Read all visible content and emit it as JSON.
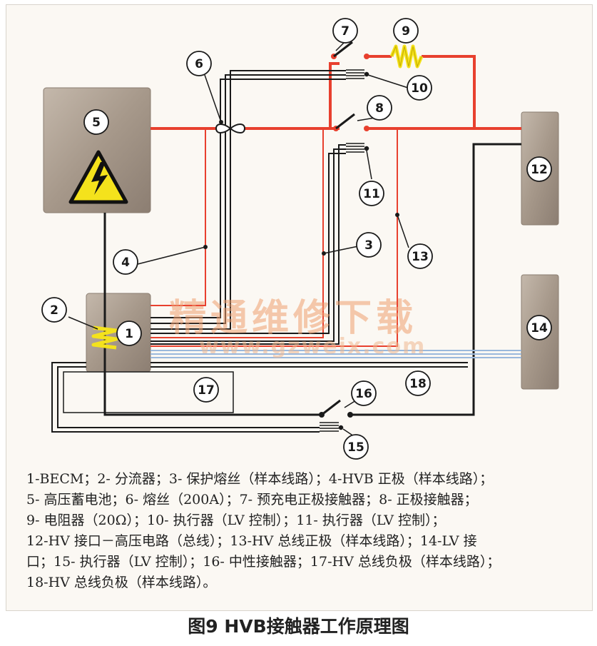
{
  "callouts": [
    "1",
    "2",
    "3",
    "4",
    "5",
    "6",
    "7",
    "8",
    "9",
    "10",
    "11",
    "12",
    "13",
    "14",
    "15",
    "16",
    "17",
    "18"
  ],
  "watermark": {
    "title": "精通维修下载",
    "url": "www.gzweix.com"
  },
  "legend_lines": [
    "1-BECM；2- 分流器；3- 保护熔丝（样本线路）；4-HVB 正极（样本线路）；",
    "5- 高压蓄电池；6- 熔丝（200A）；7- 预充电正极接触器；8- 正极接触器；",
    "9- 电阻器（20Ω）；10- 执行器（LV 控制）；11- 执行器（LV 控制）；",
    "12-HV 接口－高压电路（总线）；13-HV 总线正极（样本线路）；14-LV 接",
    "口；15- 执行器（LV 控制）；16- 中性接触器；17-HV 总线负极（样本线路）；",
    "18-HV 总线负极（样本线路）。"
  ],
  "caption": "图9  HVB接触器工作原理图",
  "colors": {
    "positive_wire": "#e8402e",
    "negative_wire": "#1a1a1a",
    "lv_wire": "#9ab8dc",
    "box_fill": "#a89a8c",
    "warning_yellow": "#f4e21c",
    "watermark": "#f0a070"
  }
}
